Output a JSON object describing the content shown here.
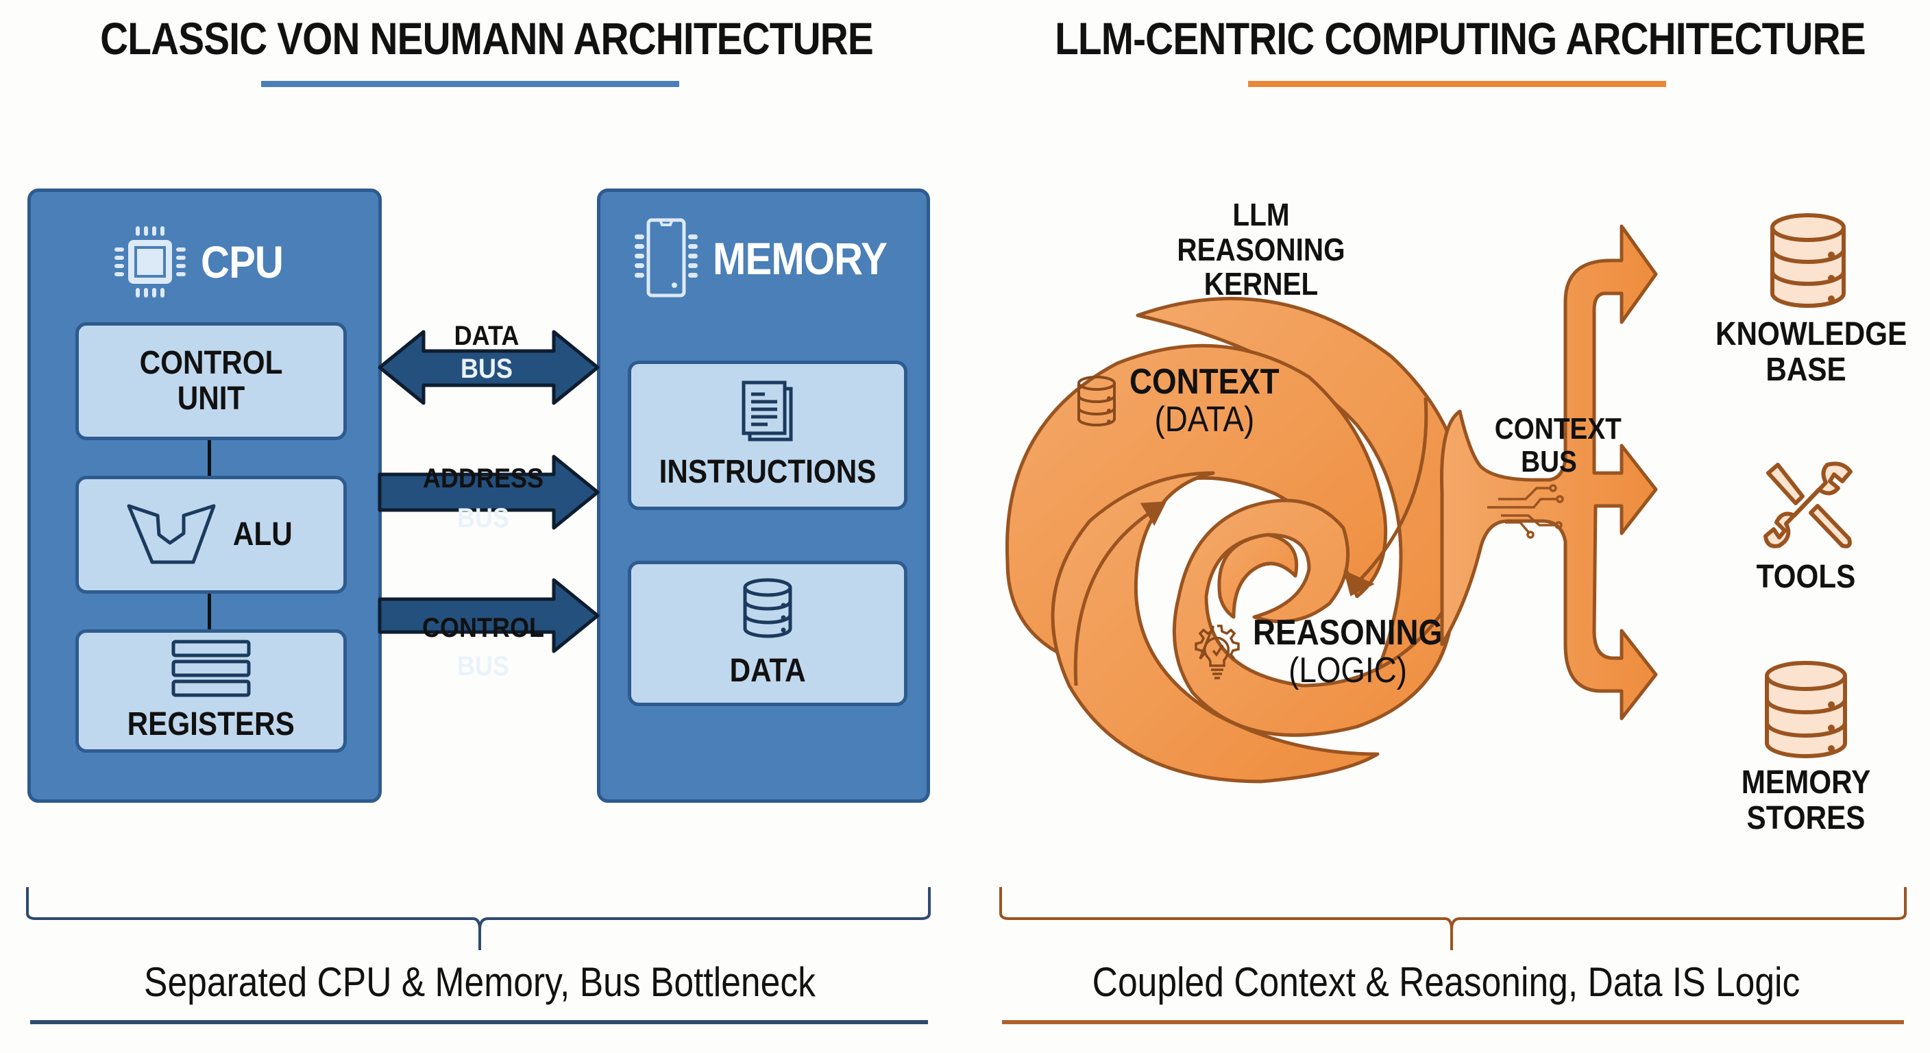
{
  "left": {
    "title": "CLASSIC VON NEUMANN ARCHITECTURE",
    "accent_color": "#4a7fb8",
    "cpu": {
      "label": "CPU",
      "icon": "cpu-chip-icon",
      "units": [
        {
          "label": "CONTROL UNIT",
          "icon": null
        },
        {
          "label": "ALU",
          "icon": "alu-icon"
        },
        {
          "label": "REGISTERS",
          "icon": "registers-stack-icon"
        }
      ]
    },
    "memory": {
      "label": "MEMORY",
      "icon": "memory-chip-icon",
      "units": [
        {
          "label": "INSTRUCTIONS",
          "icon": "document-icon"
        },
        {
          "label": "DATA",
          "icon": "database-icon"
        }
      ]
    },
    "buses": [
      {
        "top_label": "DATA",
        "inner_label": "BUS",
        "direction": "bidirectional"
      },
      {
        "top_label": "ADDRESS",
        "inner_label": "BUS",
        "direction": "cpu-to-memory"
      },
      {
        "top_label": "CONTROL",
        "inner_label": "BUS",
        "direction": "cpu-to-memory"
      }
    ],
    "caption": "Separated CPU & Memory, Bus Bottleneck"
  },
  "right": {
    "title": "LLM-CENTRIC COMPUTING ARCHITECTURE",
    "accent_color": "#e8883a",
    "kernel_label": "LLM REASONING KERNEL",
    "context": {
      "label": "CONTEXT",
      "sub": "(DATA)",
      "icon": "database-icon"
    },
    "reasoning": {
      "label": "REASONING",
      "sub": "(LOGIC)",
      "icon": "gear-lightbulb-icon"
    },
    "bus_label": "CONTEXT BUS",
    "targets": [
      {
        "label": "KNOWLEDGE BASE",
        "icon": "database-icon"
      },
      {
        "label": "TOOLS",
        "icon": "wrench-screwdriver-icon"
      },
      {
        "label": "MEMORY STORES",
        "icon": "database-icon"
      }
    ],
    "caption": "Coupled Context & Reasoning, Data IS Logic"
  }
}
